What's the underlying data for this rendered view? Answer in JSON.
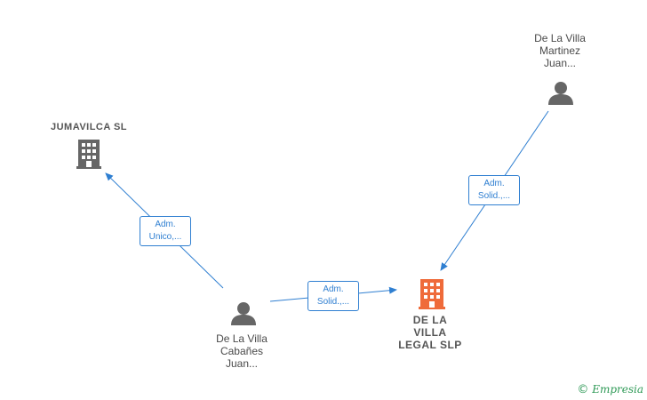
{
  "diagram": {
    "nodes": [
      {
        "id": "jumavilca",
        "type": "company",
        "label": "JUMAVILCA  SL",
        "color": "#666666"
      },
      {
        "id": "dlv_legal",
        "type": "company",
        "label": "DE LA\nVILLA\nLEGAL  SLP",
        "color": "#ef6b3a"
      },
      {
        "id": "dlv_martinez",
        "type": "person",
        "label": "De La Villa\nMartinez\nJuan...",
        "color": "#666666"
      },
      {
        "id": "dlv_cabanes",
        "type": "person",
        "label": "De La Villa\nCabañes\nJuan...",
        "color": "#666666"
      }
    ],
    "edges": [
      {
        "from": "dlv_cabanes",
        "to": "jumavilca",
        "label": "Adm.\nUnico,..."
      },
      {
        "from": "dlv_cabanes",
        "to": "dlv_legal",
        "label": "Adm.\nSolid.,..."
      },
      {
        "from": "dlv_martinez",
        "to": "dlv_legal",
        "label": "Adm.\nSolid.,..."
      }
    ],
    "edge_color": "#2f7fd1"
  },
  "brand": {
    "copyright": "©",
    "name": "Empresia"
  }
}
